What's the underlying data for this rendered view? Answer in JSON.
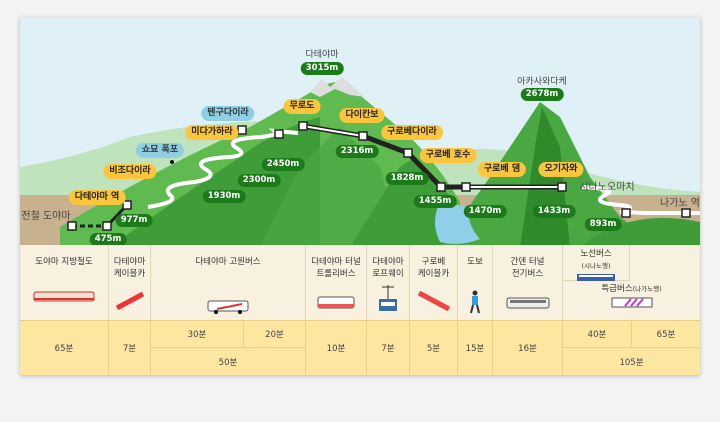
{
  "peaks": {
    "tateyama": {
      "name": "다테야마",
      "elev": "3015m"
    },
    "akasawadake": {
      "name": "아카사와다케",
      "elev": "2678m"
    }
  },
  "stations": [
    {
      "name": "전철 도야마"
    },
    {
      "name": "다테야마 역",
      "elev": "475m"
    },
    {
      "name": "비조다이라",
      "elev": "977m"
    },
    {
      "name": "쇼묘 폭포"
    },
    {
      "name": "미다가하라",
      "elev": "1930m"
    },
    {
      "name": "텐구다이라",
      "elev": "2300m"
    },
    {
      "name": "무로도",
      "elev": "2450m"
    },
    {
      "name": "다이칸보",
      "elev": "2316m"
    },
    {
      "name": "구로베다이라",
      "elev": "1828m"
    },
    {
      "name": "구로베 호수",
      "elev": "1455m"
    },
    {
      "name": "구로베 댐",
      "elev": "1470m"
    },
    {
      "name": "오기자와",
      "elev": "1433m"
    },
    {
      "name": "시나노오마치",
      "elev": "893m"
    },
    {
      "name": "나가노 역"
    }
  ],
  "transport": [
    {
      "l1": "도야마 지방철도",
      "l2": "",
      "time": "65분"
    },
    {
      "l1": "다테야마",
      "l2": "케이블카",
      "time": "7분"
    },
    {
      "l1": "다테야마 고원버스",
      "l2": "",
      "t1": "30분",
      "t2": "20분",
      "time": "50분"
    },
    {
      "l1": "다테야마 터널",
      "l2": "트롤리버스",
      "time": "10분"
    },
    {
      "l1": "다테야마",
      "l2": "로프웨이",
      "time": "7분"
    },
    {
      "l1": "구로베",
      "l2": "케이블카",
      "time": "5분"
    },
    {
      "l1": "도보",
      "l2": "",
      "time": "15분"
    },
    {
      "l1": "간덴 터널",
      "l2": "전기버스",
      "time": "16분"
    },
    {
      "l1": "노선버스",
      "sub1": "(시나노행)",
      "l2": "특급버스",
      "sub2": "(나가노행)",
      "t1": "40분",
      "t2": "65분",
      "time": "105분"
    }
  ]
}
